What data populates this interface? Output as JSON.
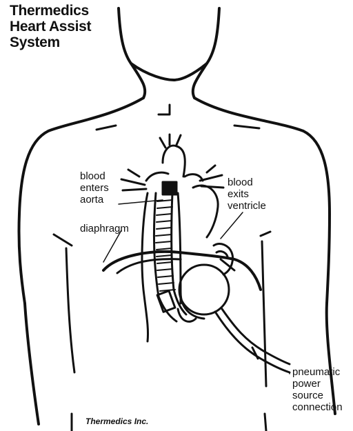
{
  "title": {
    "line1": "Thermedics",
    "line2": "Heart Assist",
    "line3": "System"
  },
  "labels": {
    "aorta": {
      "line1": "blood",
      "line2": "enters",
      "line3": "aorta"
    },
    "ventricle": {
      "line1": "blood",
      "line2": "exits",
      "line3": "ventricle"
    },
    "diaphragm": "diaphragm",
    "power": {
      "line1": "pneumatic",
      "line2": "power",
      "line3": "source",
      "line4": "connection"
    }
  },
  "credit": "Thermedics Inc.",
  "colors": {
    "ink": "#111111",
    "paper": "#ffffff"
  }
}
